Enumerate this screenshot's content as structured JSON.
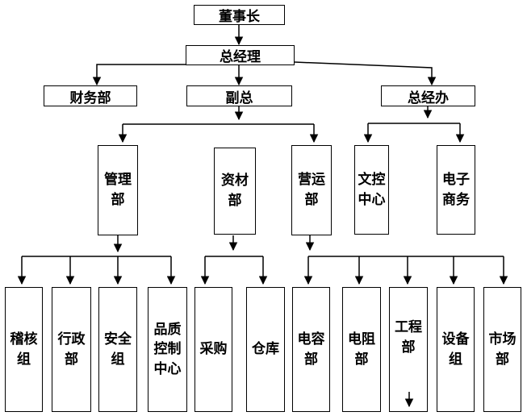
{
  "chart": {
    "chairman": "董事长",
    "general_manager": "总经理",
    "finance": "财务部",
    "vice_president": "副总",
    "gm_office": "总经办",
    "management": "管理部",
    "materials": "资材部",
    "operations": "营运部",
    "document_center": "文控中心",
    "ecommerce": "电子商务",
    "audit": "稽核组",
    "admin": "行政部",
    "safety": "安全组",
    "quality_center": "品质控制中心",
    "purchasing": "采购",
    "warehouse": "仓库",
    "capacitor": "电容部",
    "resistor": "电阻部",
    "engineering": "工程部",
    "equipment": "设备组",
    "marketing": "市场部"
  }
}
